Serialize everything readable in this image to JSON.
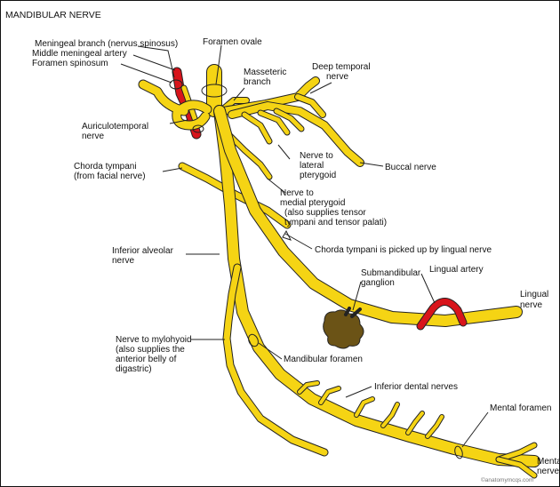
{
  "title": "MANDIBULAR NERVE",
  "labels": {
    "meningeal_branch": "Meningeal branch (nervus spinosus)",
    "middle_meningeal_artery": "Middle meningeal artery",
    "foramen_spinosum": "Foramen spinosum",
    "foramen_ovale": "Foramen ovale",
    "masseteric_1": "Masseteric",
    "masseteric_2": "branch",
    "deep_temporal_1": "Deep temporal",
    "deep_temporal_2": "nerve",
    "auriculotemporal_1": "Auriculotemporal",
    "auriculotemporal_2": "nerve",
    "chorda_tympani_1": "Chorda tympani",
    "chorda_tympani_2": "(from facial nerve)",
    "lateral_pterygoid_1": "Nerve to",
    "lateral_pterygoid_2": "lateral",
    "lateral_pterygoid_3": "pterygoid",
    "buccal": "Buccal nerve",
    "medial_pterygoid_1": "Nerve to",
    "medial_pterygoid_2": "medial pterygoid",
    "medial_pterygoid_3": "(also supplies tensor",
    "medial_pterygoid_4": "tympani and tensor palati)",
    "chorda_note": "Chorda tympani is picked up by lingual nerve",
    "inferior_alveolar_1": "Inferior alveolar",
    "inferior_alveolar_2": "nerve",
    "submandibular_1": "Submandibular",
    "submandibular_2": "ganglion",
    "lingual_artery": "Lingual artery",
    "lingual_nerve_1": "Lingual",
    "lingual_nerve_2": "nerve",
    "mylohyoid_1": "Nerve to mylohyoid",
    "mylohyoid_2": "(also supplies the",
    "mylohyoid_3": "anterior belly of",
    "mylohyoid_4": "digastric)",
    "mandibular_foramen": "Mandibular foramen",
    "inferior_dental": "Inferior dental nerves",
    "mental_foramen": "Mental foramen",
    "mental_nerve_1": "Mental",
    "mental_nerve_2": "nerve"
  },
  "watermark": "©anatomymcqs.com",
  "colors": {
    "nerve": "#F5D414",
    "outline": "#222222",
    "artery": "#D8141B",
    "ganglion": "#6B5316"
  }
}
